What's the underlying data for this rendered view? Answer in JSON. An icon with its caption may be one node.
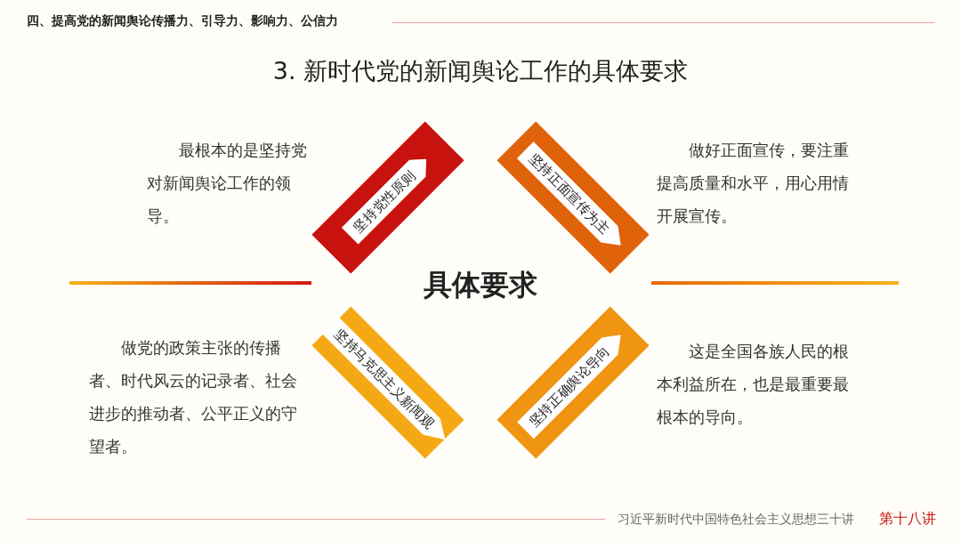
{
  "diagram": {
    "title": "3. 新时代党的新闻舆论工作的具体要求",
    "nodes": [
      {
        "text": [
          "坚持党性原则"
        ]
      },
      {
        "text": [
          "坚持正面宣传为主"
        ]
      },
      {
        "text": [
          "坚持正确舆论导向"
        ]
      },
      {
        "text": [
          "坚持马克思主义新闻观"
        ]
      }
    ],
    "edges": [],
    "labels": [
      "四、提高党的新闻舆论传播力、引导力、影响力、公信力",
      "最根本的是坚持党对新闻舆论工作的领导。",
      "做好正面宣传，要注重提高质量和水平，用心用情开展宣传。",
      "具体要求",
      "做党的政策主张的传播者、时代风云的记录者、社会进步的推动者、公平正义的守望者。",
      "这是全国各族人民的根本利益所在，也是最重要最根本的导向。",
      "习近平新时代中国特色社会主义思想三十讲",
      "第十八讲"
    ]
  }
}
